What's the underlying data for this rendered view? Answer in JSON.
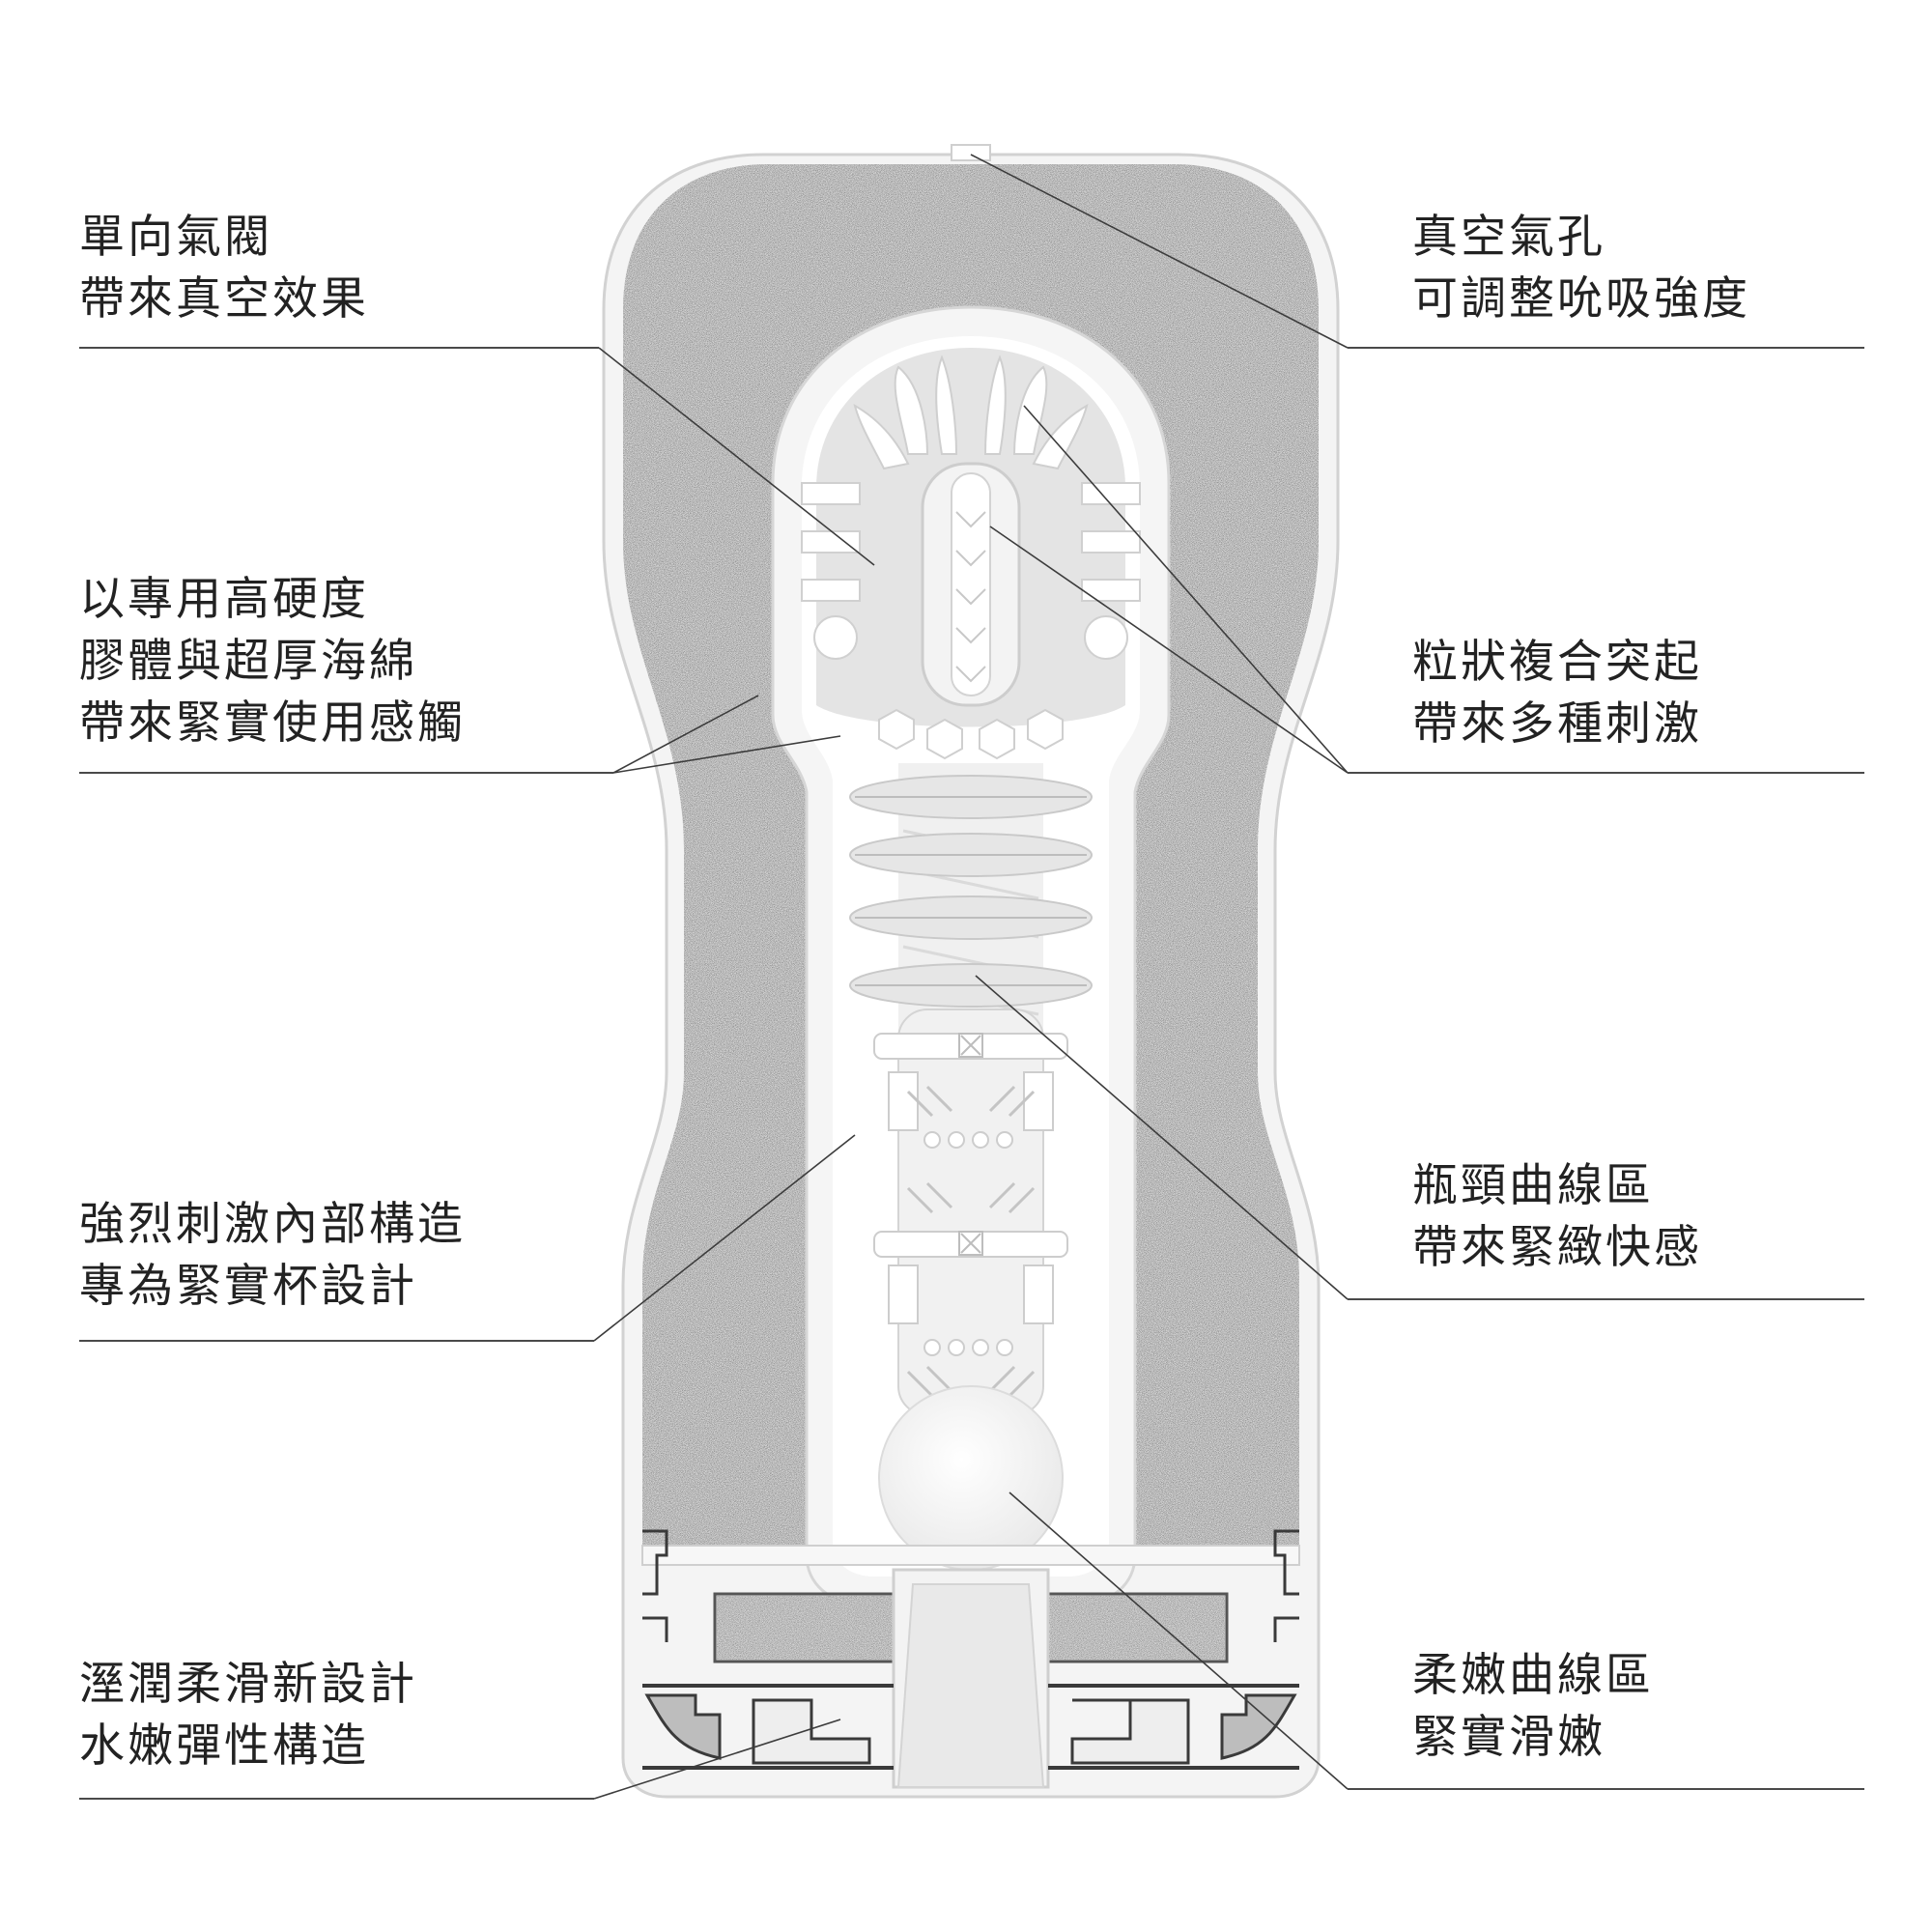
{
  "colors": {
    "foam": "#d9d9d9",
    "inner_wall": "#eeeeee",
    "sleeve": "#f3f3f3",
    "outline": "#cfcfcf",
    "leader": "#3c3c3c",
    "text": "#222222"
  },
  "callouts": [
    {
      "id": "air-valve",
      "side": "left",
      "lines": [
        "單向氣閥",
        "帶來真空效果"
      ]
    },
    {
      "id": "high-hardness",
      "side": "left",
      "lines": [
        "以專用高硬度",
        "膠體與超厚海綿",
        "帶來緊實使用感觸"
      ]
    },
    {
      "id": "inner-structure",
      "side": "left",
      "lines": [
        "強烈刺激內部構造",
        "專為緊實杯設計"
      ]
    },
    {
      "id": "elastic-structure",
      "side": "left",
      "lines": [
        "溼潤柔滑新設計",
        "水嫩彈性構造"
      ]
    },
    {
      "id": "vacuum-hole",
      "side": "right",
      "lines": [
        "真空氣孔",
        "可調整吮吸強度"
      ]
    },
    {
      "id": "granular-bumps",
      "side": "right",
      "lines": [
        "粒狀複合突起",
        "帶來多種刺激"
      ]
    },
    {
      "id": "bottleneck-curve",
      "side": "right",
      "lines": [
        "瓶頸曲線區",
        "帶來緊緻快感"
      ]
    },
    {
      "id": "soft-curve",
      "side": "right",
      "lines": [
        "柔嫩曲線區",
        "緊實滑嫩"
      ]
    }
  ]
}
